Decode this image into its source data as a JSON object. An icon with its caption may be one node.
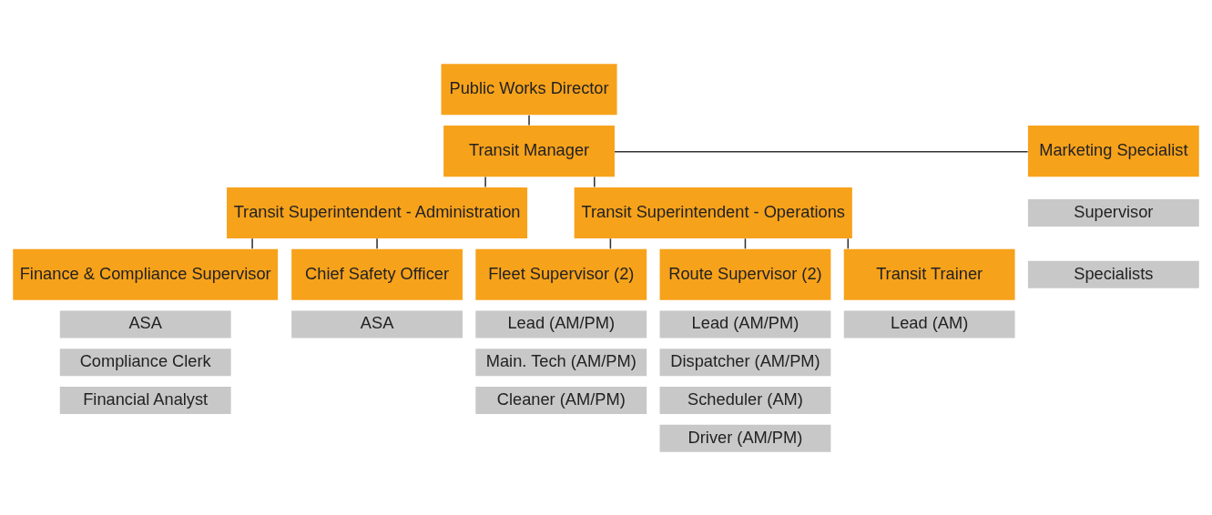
{
  "diagram": {
    "nodes": [
      {
        "text": [
          "Public Works Director"
        ]
      },
      {
        "text": [
          "Marketing Specialist"
        ]
      },
      {
        "text": [
          "Transit Manager"
        ]
      },
      {
        "text": [
          "Supervisor"
        ]
      },
      {
        "text": [
          "Specialists"
        ]
      },
      {
        "text": [
          "Transit Superintendent - Administration"
        ]
      },
      {
        "text": [
          "Transit Superintendent - Operations"
        ]
      },
      {
        "text": [
          "Finance & Compliance Supervisor"
        ]
      },
      {
        "text": [
          "ASA"
        ]
      },
      {
        "text": [
          "Compliance Clerk"
        ]
      },
      {
        "text": [
          "Financial Analyst"
        ]
      },
      {
        "text": [
          "Chief Safety Officer"
        ]
      },
      {
        "text": [
          "ASA"
        ]
      },
      {
        "text": [
          "Fleet Supervisor (2)"
        ]
      },
      {
        "text": [
          "Lead (AM/PM)"
        ]
      },
      {
        "text": [
          "Main. Tech (AM/PM)"
        ]
      },
      {
        "text": [
          "Cleaner (AM/PM)"
        ]
      },
      {
        "text": [
          "Route Supervisor (2)"
        ]
      },
      {
        "text": [
          "Lead (AM/PM)"
        ]
      },
      {
        "text": [
          "Dispatcher (AM/PM)"
        ]
      },
      {
        "text": [
          "Scheduler (AM)"
        ]
      },
      {
        "text": [
          "Driver (AM/PM)"
        ]
      },
      {
        "text": [
          "Transit Trainer"
        ]
      },
      {
        "text": [
          "Lead (AM)"
        ]
      }
    ],
    "edges": [
      {
        "from": 0,
        "to": 2,
        "arrow": "none"
      },
      {
        "from": 2,
        "to": 1,
        "arrow": "none"
      },
      {
        "from": 2,
        "to": 5,
        "arrow": "none"
      },
      {
        "from": 2,
        "to": 6,
        "arrow": "none"
      },
      {
        "from": 5,
        "to": 7,
        "arrow": "none"
      },
      {
        "from": 5,
        "to": 11,
        "arrow": "none"
      },
      {
        "from": 6,
        "to": 13,
        "arrow": "none"
      },
      {
        "from": 6,
        "to": 17,
        "arrow": "none"
      },
      {
        "from": 6,
        "to": 22,
        "arrow": "none"
      }
    ]
  }
}
